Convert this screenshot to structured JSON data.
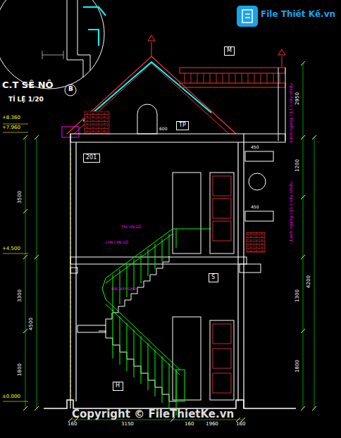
{
  "diagram": {
    "nodes": [
      {
        "text": [
          "M"
        ]
      },
      {
        "text": [
          "TP"
        ]
      },
      {
        "text": [
          "201"
        ]
      },
      {
        "text": [
          "S"
        ]
      },
      {
        "text": [
          "H"
        ]
      }
    ],
    "labels": [
      "C.T SÊ NÔ",
      "B",
      "TỈ LỆ 1/20",
      "+8.360",
      "+7.960",
      "+4.500",
      "±0.000",
      "3500",
      "3300",
      "4500",
      "1800",
      "600",
      "160",
      "3150",
      "160",
      "1960",
      "160",
      "2950",
      "1200",
      "4200",
      "1300",
      "1800",
      "Lanh ngang ( L1 ) xây nhiều",
      "Lanh ngang ( L1 ) xây nhiều",
      "TAY VỊN GỖ",
      "LAN CAN GỖ",
      "BẬC XÂY GẠCH",
      "Copyright © FileThietKe.vn",
      "File Thiết Kế.vn",
      "450",
      "450"
    ]
  }
}
